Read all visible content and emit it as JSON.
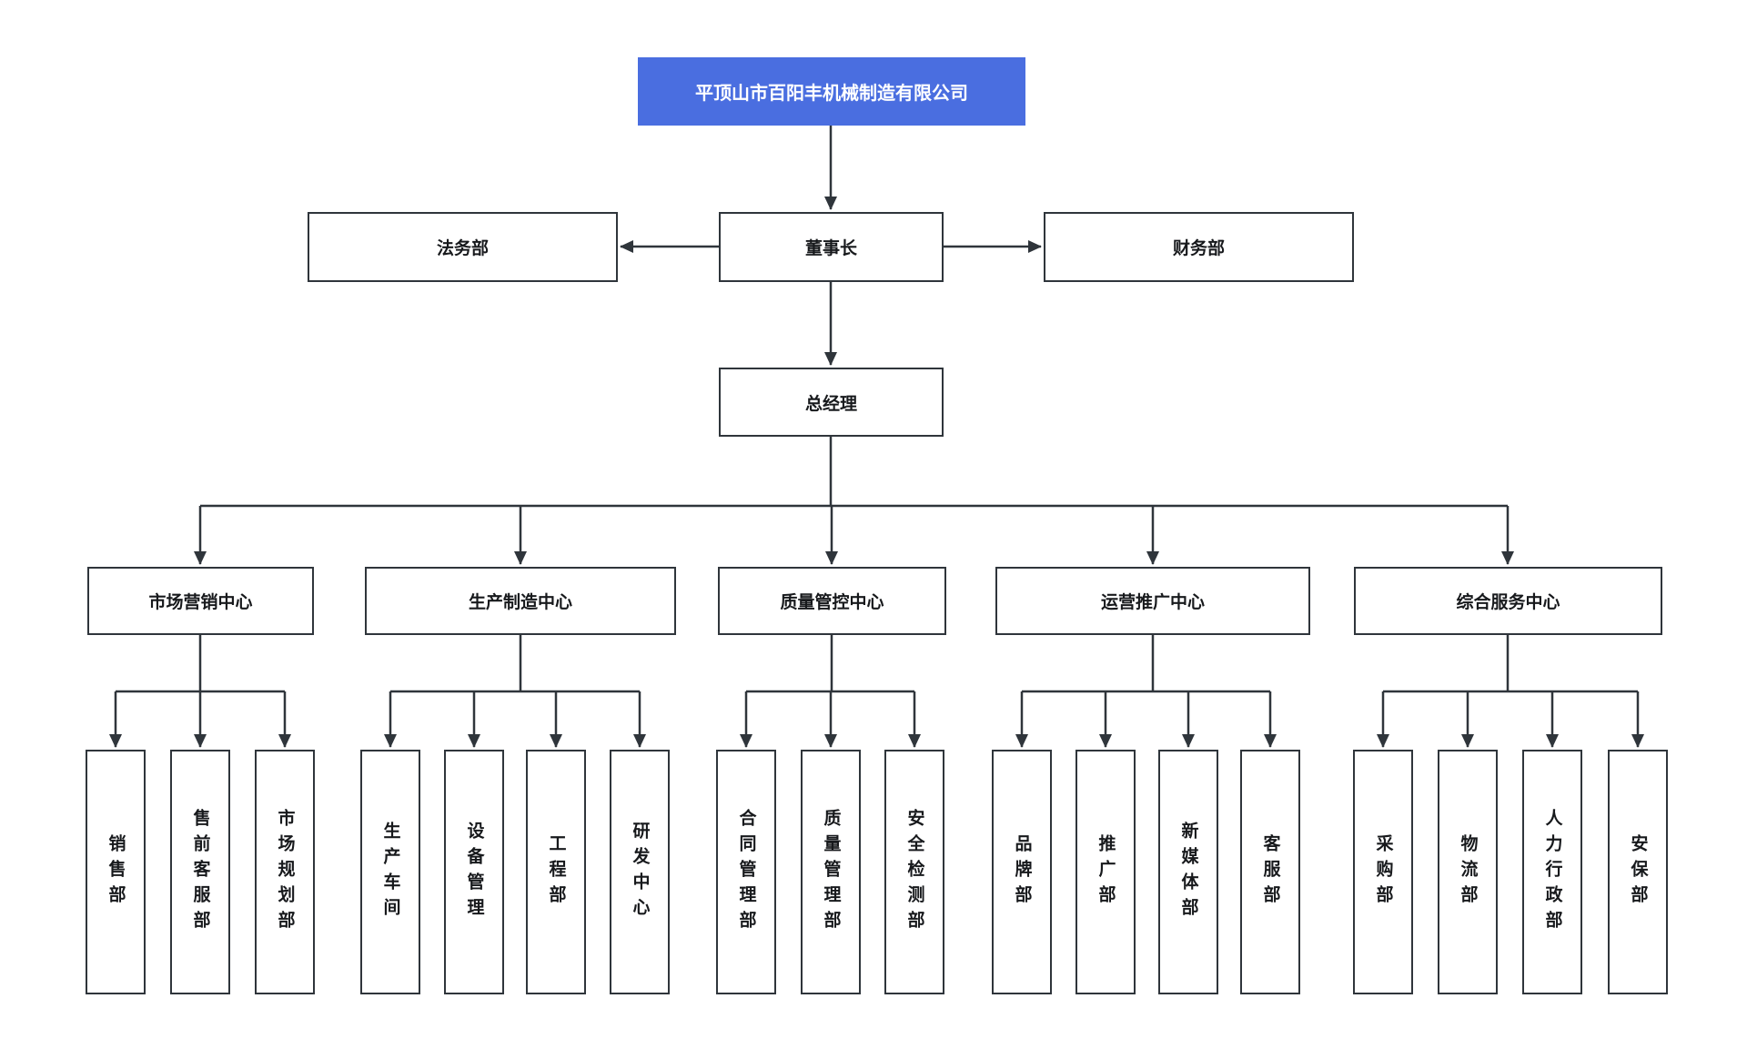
{
  "org": {
    "root": {
      "label": "平顶山市百阳丰机械制造有限公司"
    },
    "executives": {
      "legal": {
        "label": "法务部"
      },
      "chairman": {
        "label": "董事长"
      },
      "finance": {
        "label": "财务部"
      },
      "general_manager": {
        "label": "总经理"
      }
    },
    "centers": [
      {
        "label": "市场营销中心",
        "departments": [
          "销售部",
          "售前客服部",
          "市场规划部"
        ]
      },
      {
        "label": "生产制造中心",
        "departments": [
          "生产车间",
          "设备管理",
          "工程部",
          "研发中心"
        ]
      },
      {
        "label": "质量管控中心",
        "departments": [
          "合同管理部",
          "质量管理部",
          "安全检测部"
        ]
      },
      {
        "label": "运营推广中心",
        "departments": [
          "品牌部",
          "推广部",
          "新媒体部",
          "客服部"
        ]
      },
      {
        "label": "综合服务中心",
        "departments": [
          "采购部",
          "物流部",
          "人力行政部",
          "安保部"
        ]
      }
    ],
    "colors": {
      "root_bg": "#4a6ee0",
      "root_text": "#ffffff",
      "line": "#2f353b",
      "box_bg": "#ffffff",
      "text": "#17191c"
    }
  }
}
